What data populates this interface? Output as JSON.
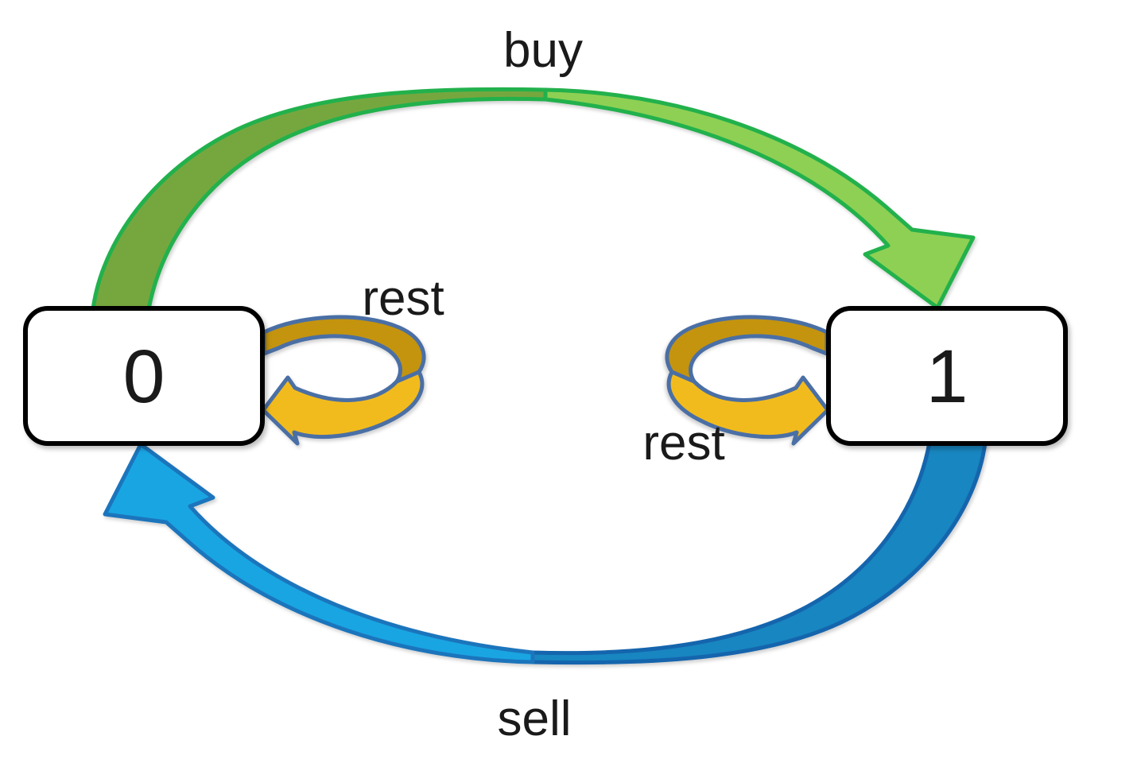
{
  "diagram": {
    "states": [
      {
        "label": "0"
      },
      {
        "label": "1"
      }
    ],
    "edges": {
      "buy": {
        "label": "buy",
        "from": "0",
        "to": "1"
      },
      "sell": {
        "label": "sell",
        "from": "1",
        "to": "0"
      },
      "rest0": {
        "label": "rest",
        "from": "0",
        "to": "0"
      },
      "rest1": {
        "label": "rest",
        "from": "1",
        "to": "1"
      }
    }
  },
  "colors": {
    "background": "#ffffff",
    "buy_stroke": "#22b14c",
    "buy_band": "#76a73f",
    "buy_head": "#8ed053",
    "sell_band_stroke": "#1465ad",
    "sell_band": "#1886c0",
    "sell_head_stroke": "#1b75bc",
    "sell_head": "#19a5e2",
    "rest_back": "#c4940f",
    "rest_front": "#f2bb1d",
    "rest_stroke": "#4a6fa5",
    "state_fill": "#ffffff",
    "state_stroke": "#000000",
    "text": "#1a1a1a"
  }
}
